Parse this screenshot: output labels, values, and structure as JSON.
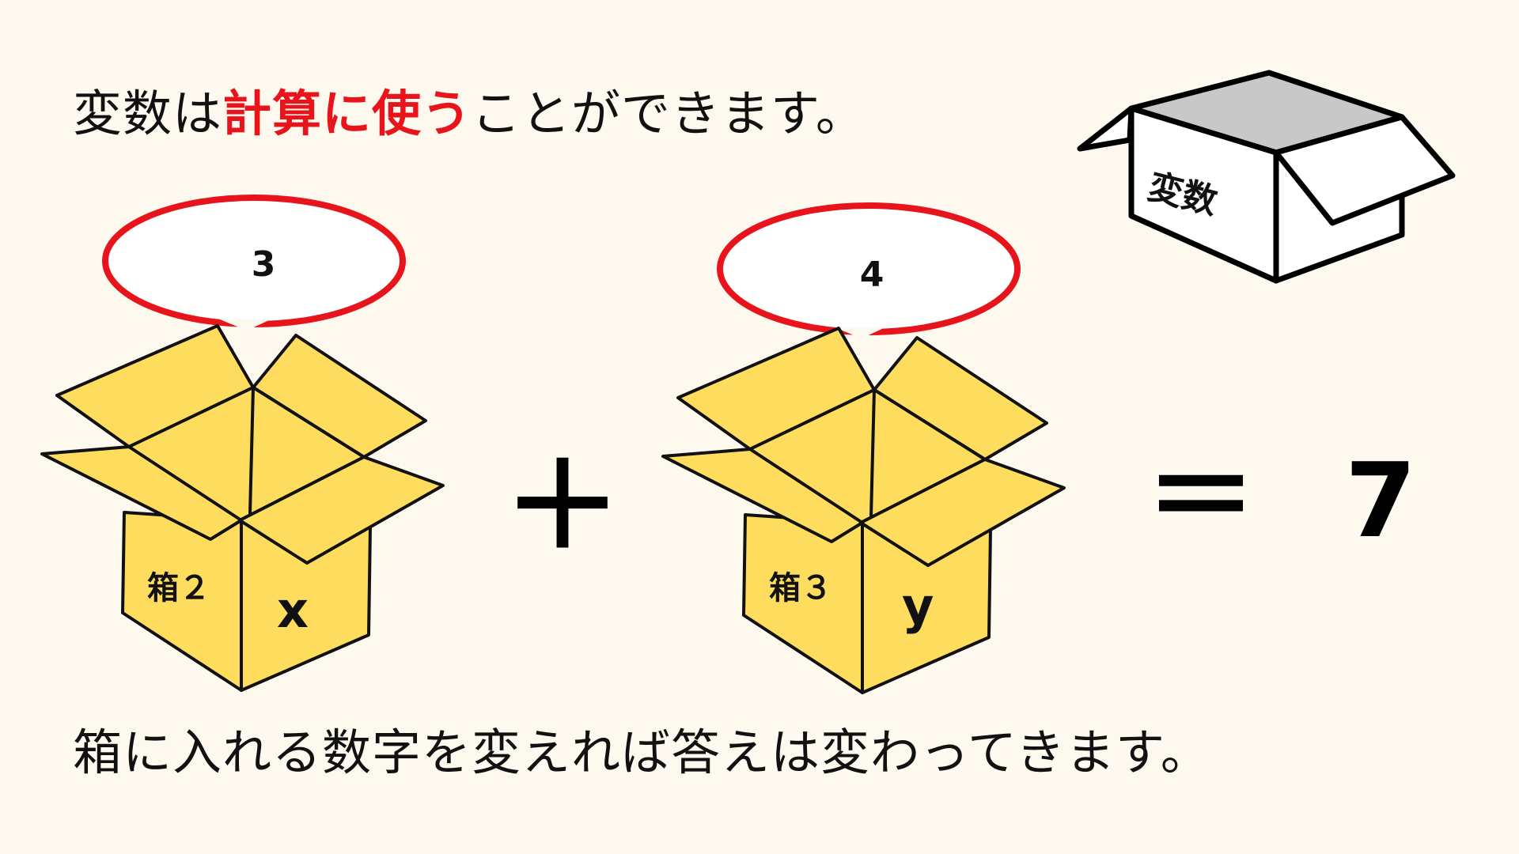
{
  "heading": {
    "prefix": "変数は",
    "emphasis": "計算に使う",
    "suffix": "ことができます。"
  },
  "box_legend": {
    "label": "変数"
  },
  "boxes": [
    {
      "value": "3",
      "box_label": "箱２",
      "var_name": "x"
    },
    {
      "value": "4",
      "box_label": "箱３",
      "var_name": "y"
    }
  ],
  "operators": {
    "plus": "＋",
    "equals": "＝",
    "result": "7"
  },
  "footer": {
    "text": "箱に入れる数字を変えれば答えは変わってきます。"
  },
  "colors": {
    "background": "#fdf9ef",
    "emphasis": "#e8141c",
    "box_fill": "#fedd5e",
    "bubble_stroke": "#e8141c",
    "legend_inner": "#c8c8c8"
  }
}
